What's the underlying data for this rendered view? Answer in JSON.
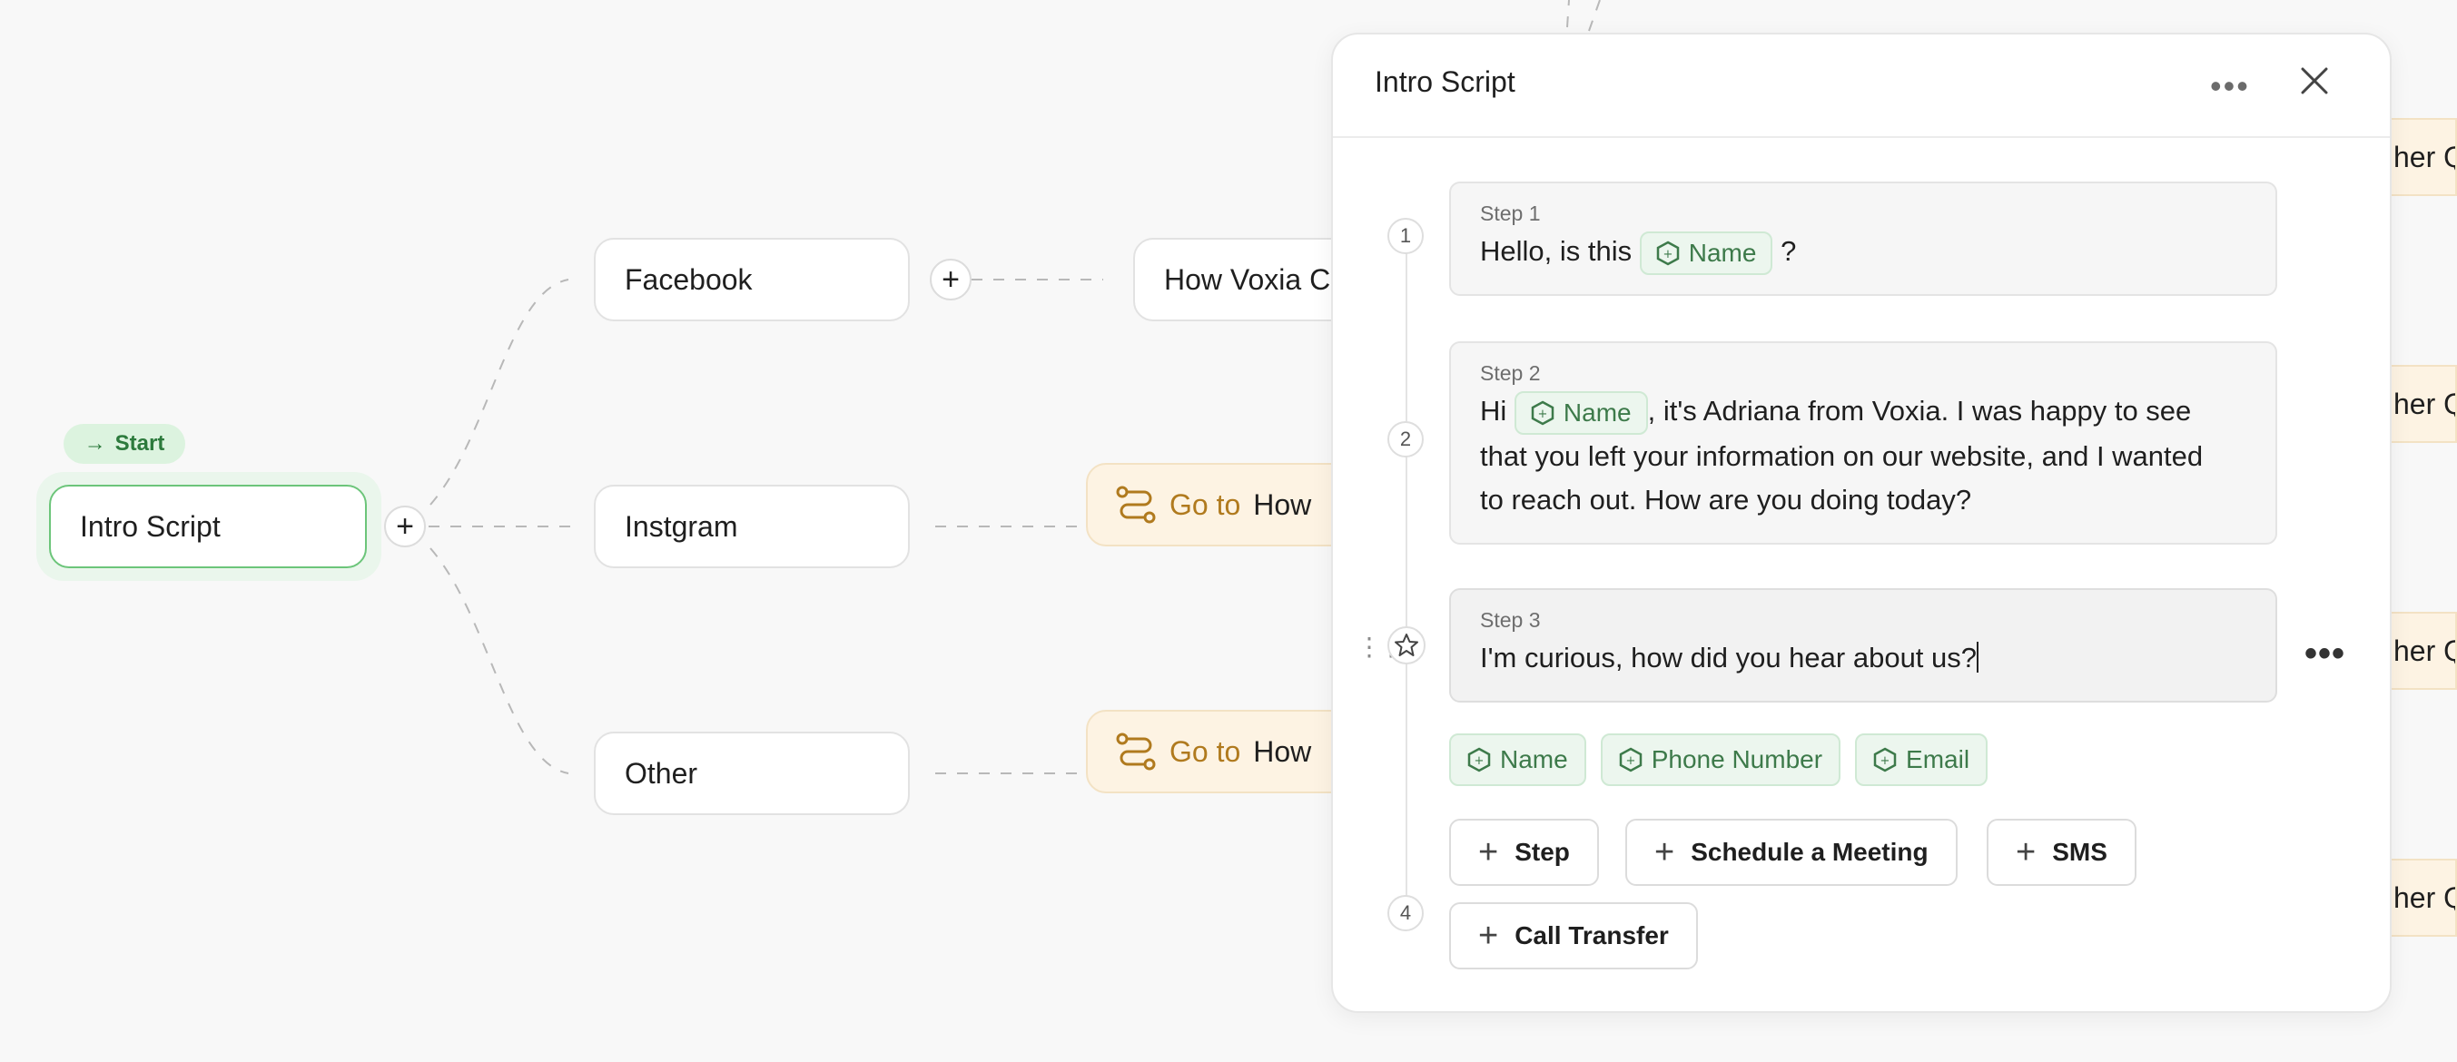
{
  "canvas": {
    "start_badge": "Start",
    "nodes": {
      "intro": "Intro Script",
      "facebook": "Facebook",
      "instagram": "Instgram",
      "other": "Other",
      "how_voxia": "How Voxia Ca"
    },
    "goto_word": "Go to",
    "goto_target": "How",
    "right_chip_text": "her Q"
  },
  "panel": {
    "title": "Intro Script",
    "steps": [
      {
        "number": "1",
        "label": "Step 1",
        "text_before": "Hello, is this",
        "variable": "Name",
        "text_after": "?"
      },
      {
        "number": "2",
        "label": "Step 2",
        "text_before": "Hi",
        "variable": "Name",
        "text_after_1": ", it's Adriana from Voxia. I was happy to see",
        "text_after_2": "that you left your information on our website, and I wanted",
        "text_after_3": "to reach out. How are you doing today?"
      },
      {
        "number": "",
        "label": "Step 3",
        "text": "I'm curious, how did you hear about us?"
      }
    ],
    "variables": [
      "Name",
      "Phone Number",
      "Email"
    ],
    "next_number": "4",
    "actions": {
      "step": "Step",
      "schedule": "Schedule a Meeting",
      "sms": "SMS",
      "call_transfer": "Call Transfer"
    }
  },
  "colors": {
    "accent_green": "#6cc57a",
    "variable_text": "#3d7a4a",
    "goto_orange": "#b07a1e"
  }
}
